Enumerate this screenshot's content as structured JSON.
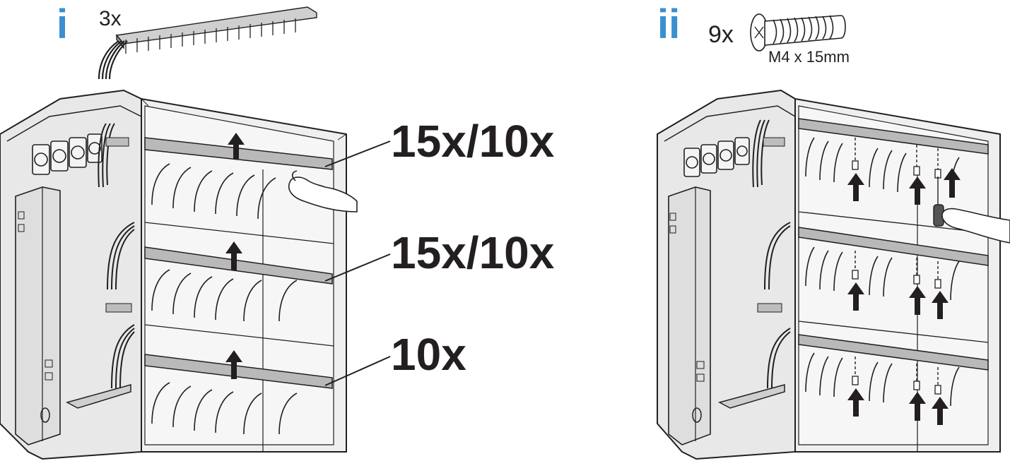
{
  "colors": {
    "accent": "#3a8fd0",
    "ink": "#231f20",
    "panel": "#ececec",
    "rail": "#b9b9b9"
  },
  "step_one": {
    "numeral": "i",
    "quantity": "3x",
    "callouts": [
      "15x/10x",
      "15x/10x",
      "10x"
    ]
  },
  "step_two": {
    "numeral": "ii",
    "quantity": "9x",
    "screw_size": "M4 x 15mm"
  },
  "icons": [
    "cable-comb-icon",
    "screw-icon",
    "hand-icon",
    "screwdriver-icon",
    "arrow-up-icon",
    "fan-icon"
  ]
}
